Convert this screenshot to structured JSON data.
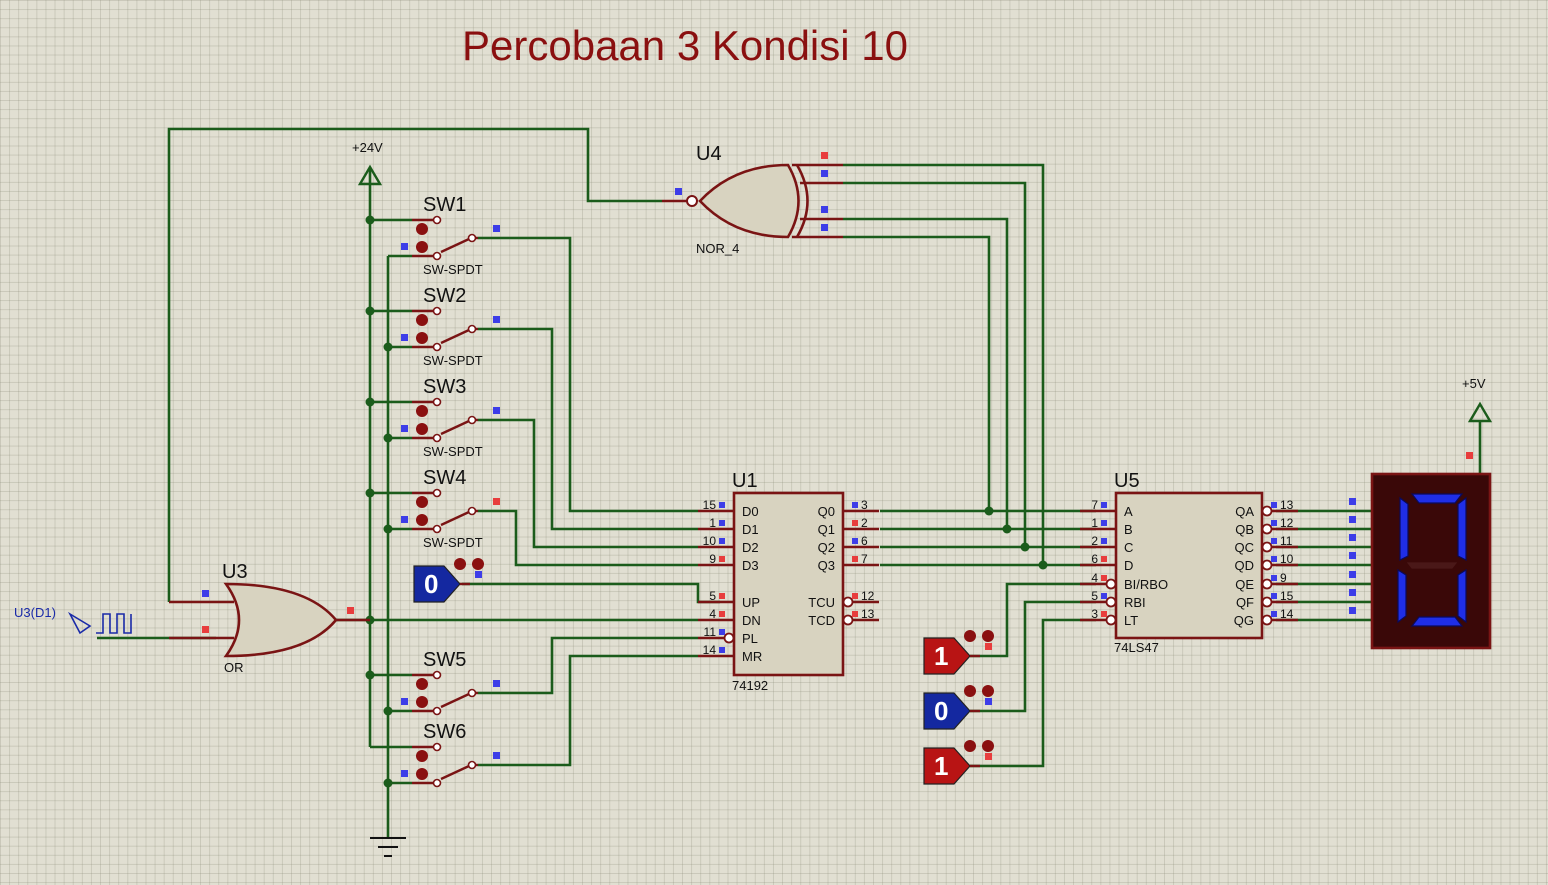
{
  "title": "Percobaan 3 Kondisi 10",
  "power": {
    "vcc24": "+24V",
    "vcc5": "+5V"
  },
  "generator": {
    "label": "U3(D1)"
  },
  "switches": [
    {
      "ref": "SW1",
      "type": "SW-SPDT"
    },
    {
      "ref": "SW2",
      "type": "SW-SPDT"
    },
    {
      "ref": "SW3",
      "type": "SW-SPDT"
    },
    {
      "ref": "SW4",
      "type": "SW-SPDT"
    },
    {
      "ref": "SW5",
      "type": ""
    },
    {
      "ref": "SW6",
      "type": ""
    }
  ],
  "or_gate": {
    "ref": "U3",
    "type": "OR"
  },
  "nor_gate": {
    "ref": "U4",
    "type": "NOR_4"
  },
  "counter": {
    "ref": "U1",
    "type": "74192",
    "left_pins": [
      {
        "num": "15",
        "name": "D0"
      },
      {
        "num": "1",
        "name": "D1"
      },
      {
        "num": "10",
        "name": "D2"
      },
      {
        "num": "9",
        "name": "D3"
      },
      {
        "num": "5",
        "name": "UP"
      },
      {
        "num": "4",
        "name": "DN"
      },
      {
        "num": "11",
        "name": "PL"
      },
      {
        "num": "14",
        "name": "MR"
      }
    ],
    "right_pins": [
      {
        "num": "3",
        "name": "Q0"
      },
      {
        "num": "2",
        "name": "Q1"
      },
      {
        "num": "6",
        "name": "Q2"
      },
      {
        "num": "7",
        "name": "Q3"
      },
      {
        "num": "12",
        "name": "TCU"
      },
      {
        "num": "13",
        "name": "TCD"
      }
    ]
  },
  "decoder": {
    "ref": "U5",
    "type": "74LS47",
    "left_pins": [
      {
        "num": "7",
        "name": "A"
      },
      {
        "num": "1",
        "name": "B"
      },
      {
        "num": "2",
        "name": "C"
      },
      {
        "num": "6",
        "name": "D"
      },
      {
        "num": "4",
        "name": "BI/RBO"
      },
      {
        "num": "5",
        "name": "RBI"
      },
      {
        "num": "3",
        "name": "LT"
      }
    ],
    "right_pins": [
      {
        "num": "13",
        "name": "QA"
      },
      {
        "num": "12",
        "name": "QB"
      },
      {
        "num": "11",
        "name": "QC"
      },
      {
        "num": "10",
        "name": "QD"
      },
      {
        "num": "9",
        "name": "QE"
      },
      {
        "num": "15",
        "name": "QF"
      },
      {
        "num": "14",
        "name": "QG"
      }
    ]
  },
  "logic_states": [
    {
      "value": "0",
      "color": "#1428a0"
    },
    {
      "value": "1",
      "color": "#b81414"
    },
    {
      "value": "0",
      "color": "#1428a0"
    },
    {
      "value": "1",
      "color": "#b81414"
    }
  ],
  "display": {
    "digit": "0",
    "color": "#1f2ee6"
  },
  "colors": {
    "wire": "#1b5c1b",
    "component": "#7a1414",
    "body": "#d8d3c0"
  }
}
